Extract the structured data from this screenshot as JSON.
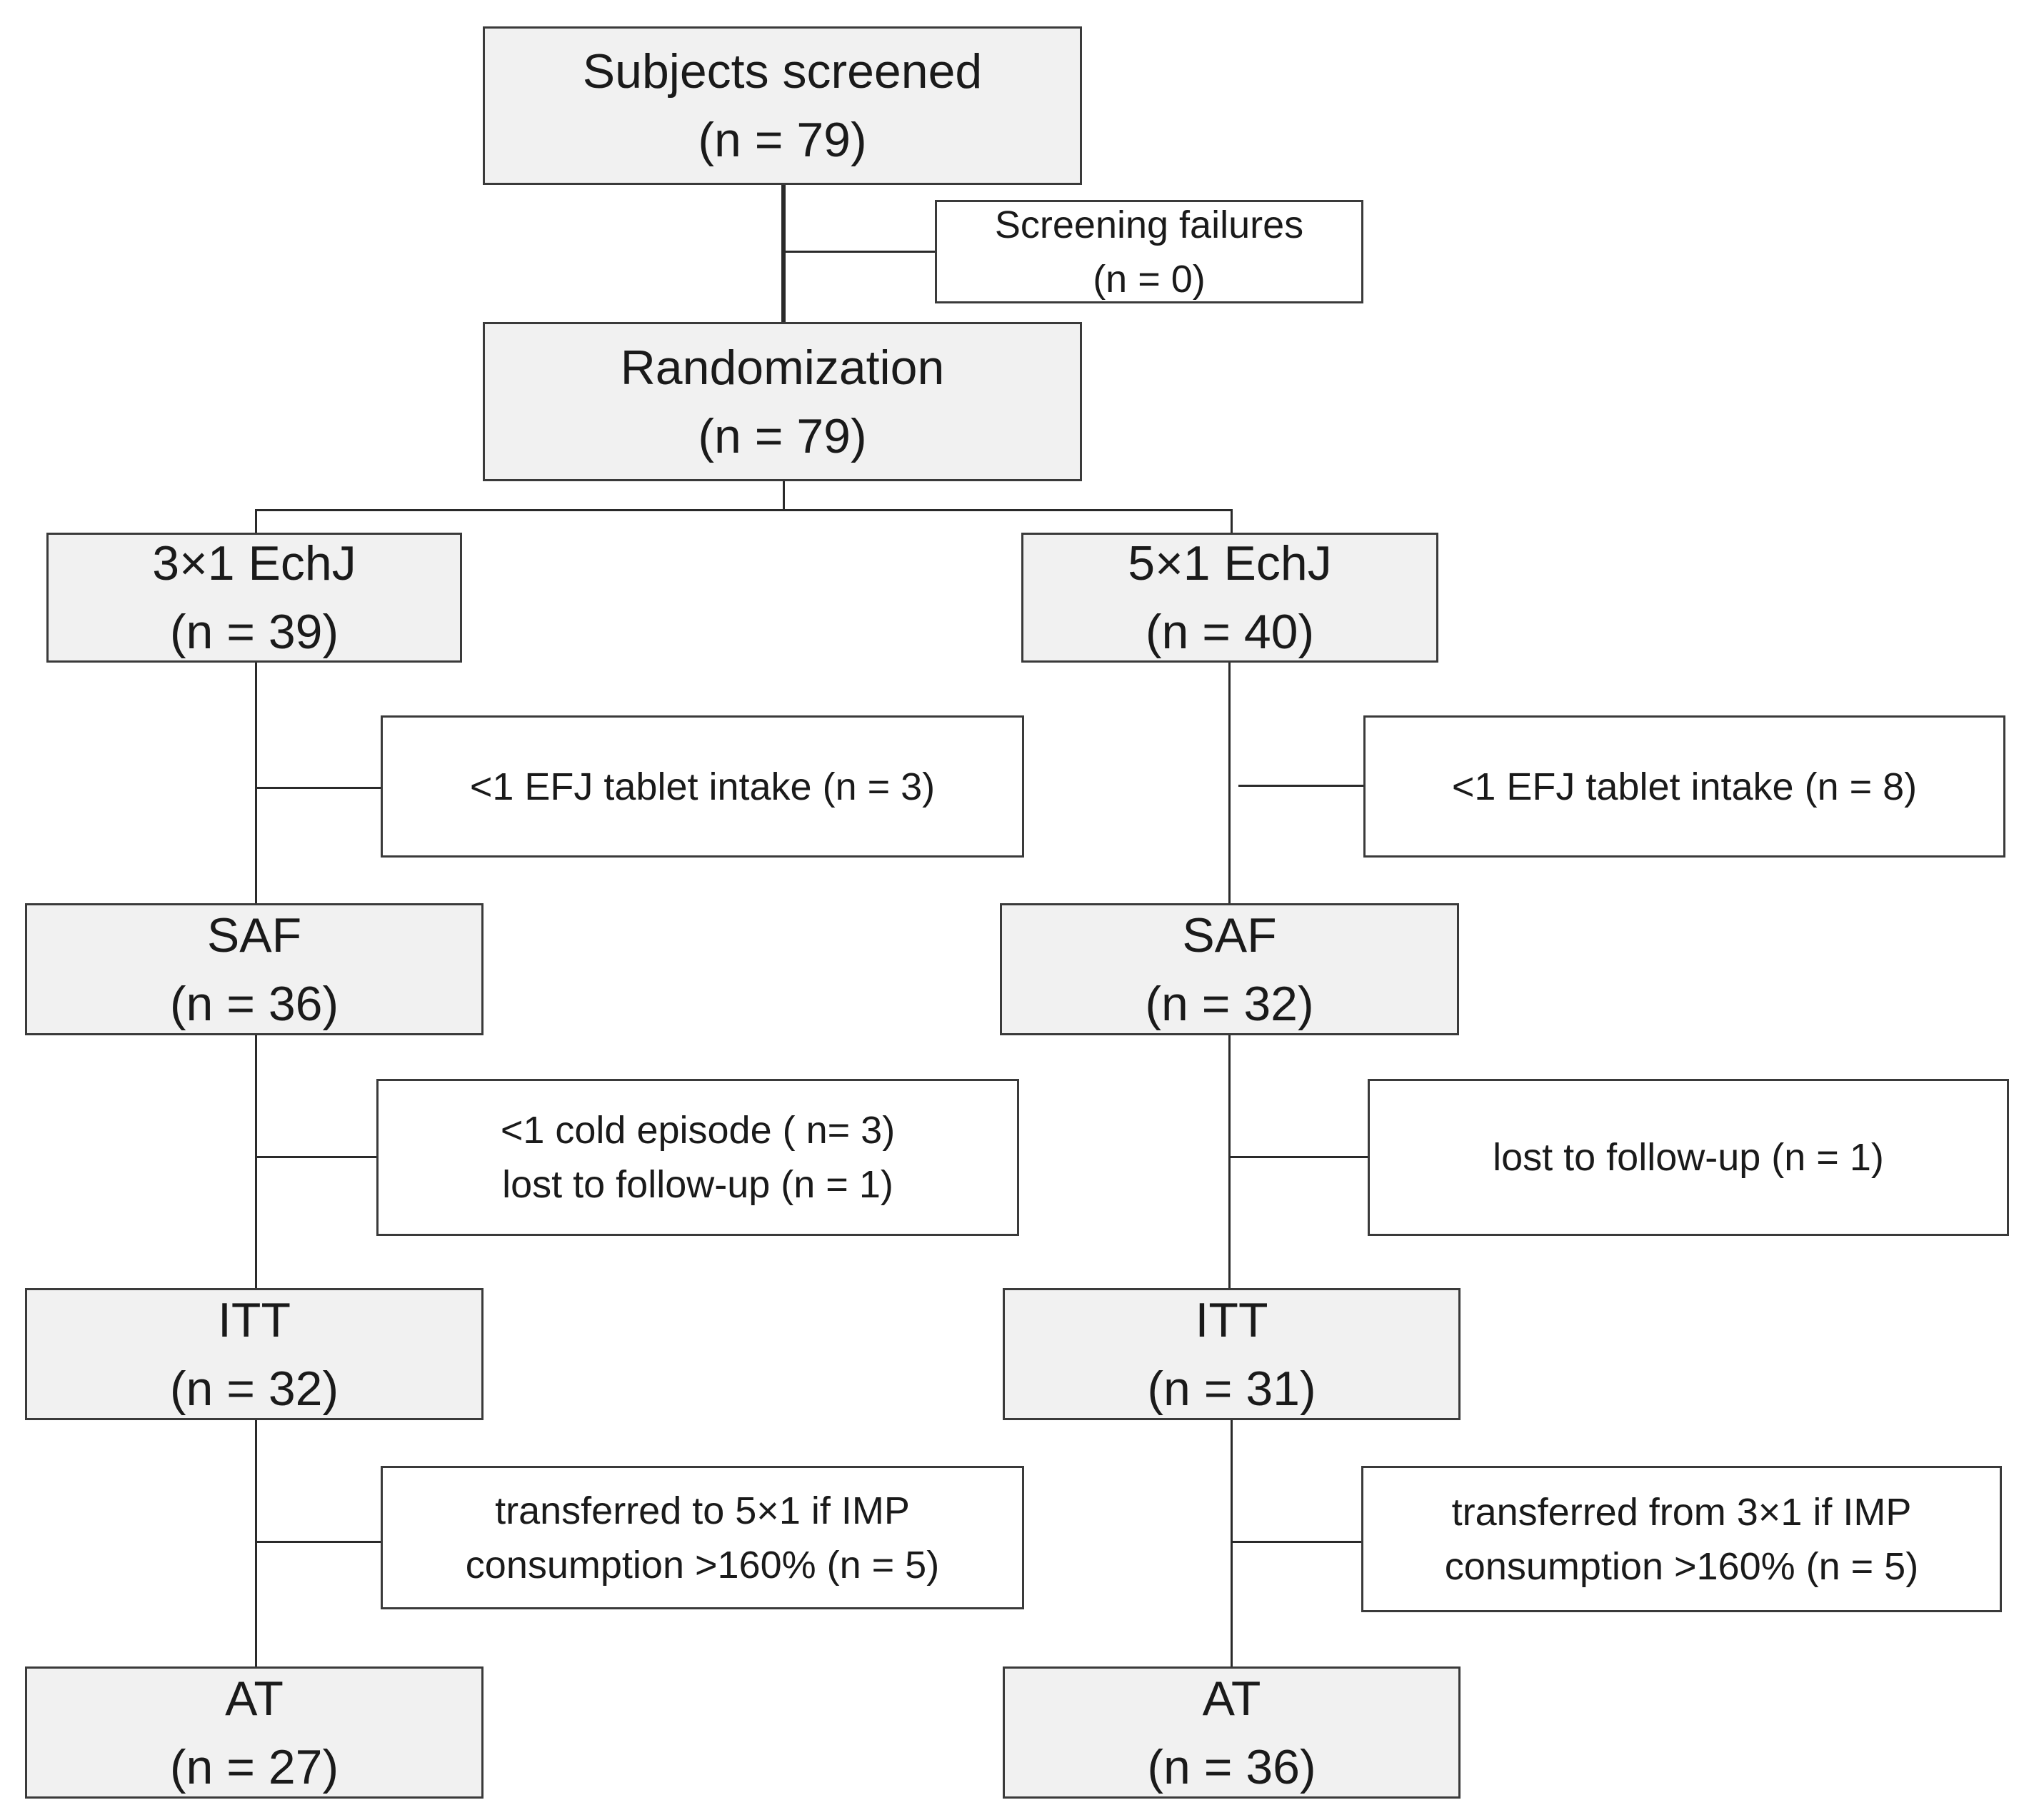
{
  "nodes": {
    "screened": {
      "title": "Subjects screened",
      "count": "(n = 79)"
    },
    "screen_fail": {
      "line1": "Screening failures",
      "line2": "(n = 0)"
    },
    "random": {
      "title": "Randomization",
      "count": "(n = 79)"
    },
    "arm3": {
      "title": "3×1 EchJ",
      "count": "(n = 39)"
    },
    "arm5": {
      "title": "5×1 EchJ",
      "count": "(n = 40)"
    },
    "excl3_a": {
      "line1": "<1 EFJ tablet intake (n = 3)"
    },
    "excl5_a": {
      "line1": "<1 EFJ tablet intake (n = 8)"
    },
    "saf3": {
      "title": "SAF",
      "count": "(n = 36)"
    },
    "saf5": {
      "title": "SAF",
      "count": "(n = 32)"
    },
    "excl3_b": {
      "line1": "<1 cold episode ( n= 3)",
      "line2": "lost to follow-up (n = 1)"
    },
    "excl5_b": {
      "line1": "lost to follow-up (n = 1)"
    },
    "itt3": {
      "title": "ITT",
      "count": "(n = 32)"
    },
    "itt5": {
      "title": "ITT",
      "count": "(n = 31)"
    },
    "excl3_c": {
      "line1": "transferred to 5×1 if IMP",
      "line2": "consumption >160% (n = 5)"
    },
    "excl5_c": {
      "line1": "transferred from 3×1 if IMP",
      "line2": "consumption >160% (n = 5)"
    },
    "at3": {
      "title": "AT",
      "count": "(n = 27)"
    },
    "at5": {
      "title": "AT",
      "count": "(n = 36)"
    }
  }
}
